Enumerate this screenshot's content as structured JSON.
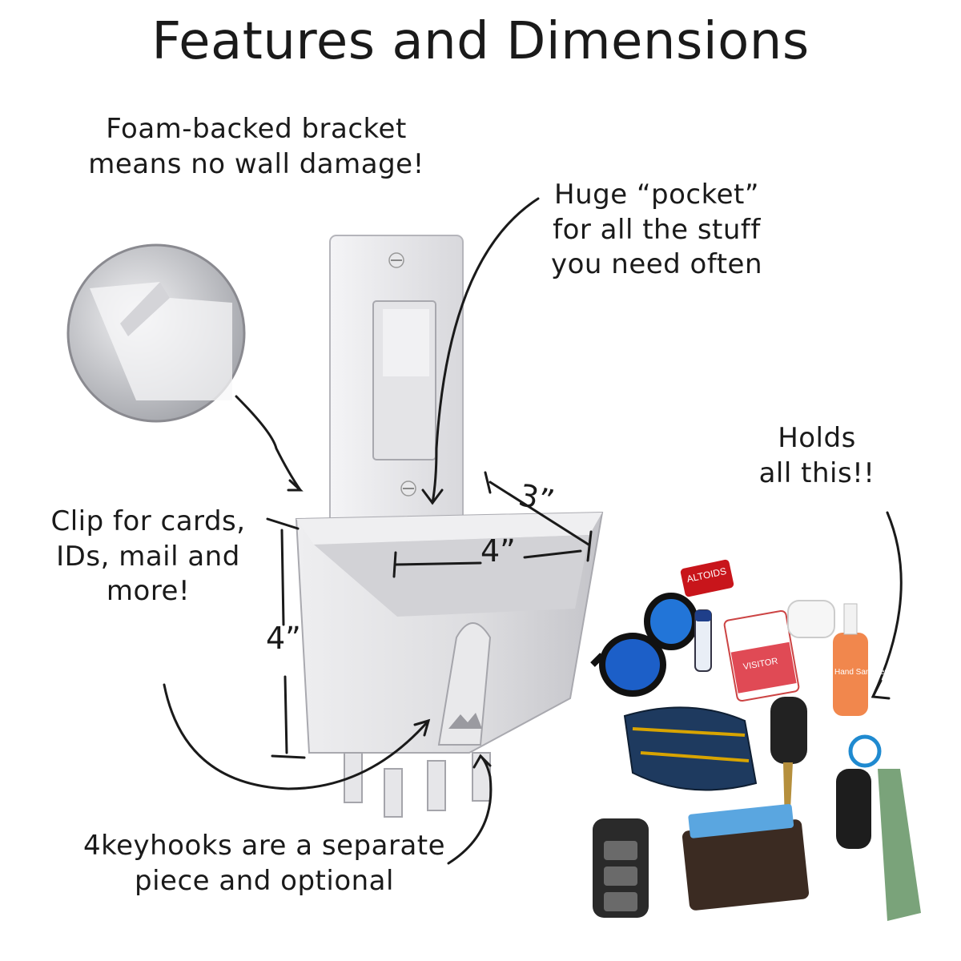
{
  "title": "Features and Dimensions",
  "callouts": {
    "foam_line1": "Foam-backed bracket",
    "foam_line2": "means no wall damage!",
    "pocket_line1": "Huge “pocket”",
    "pocket_line2": "for all the stuff",
    "pocket_line3": "you need often",
    "holds_line1": "Holds",
    "holds_line2": "all this!!",
    "clip_line1": "Clip for cards,",
    "clip_line2": "IDs, mail and",
    "clip_line3": "more!",
    "keyhooks_line1": "4keyhooks are a separate",
    "keyhooks_line2": "piece and optional"
  },
  "dimensions": {
    "depth": "3”",
    "width": "4”",
    "height": "4”"
  },
  "product_labels": {
    "mint_tin": "ALTOIDS",
    "badge": "VISITOR",
    "sanitizer": "Hand Sanitizer"
  },
  "colors": {
    "ink": "#1a1a1a",
    "plastic": "#dcdcdf",
    "plastic_shadow": "#b9b9be",
    "background": "#ffffff"
  }
}
